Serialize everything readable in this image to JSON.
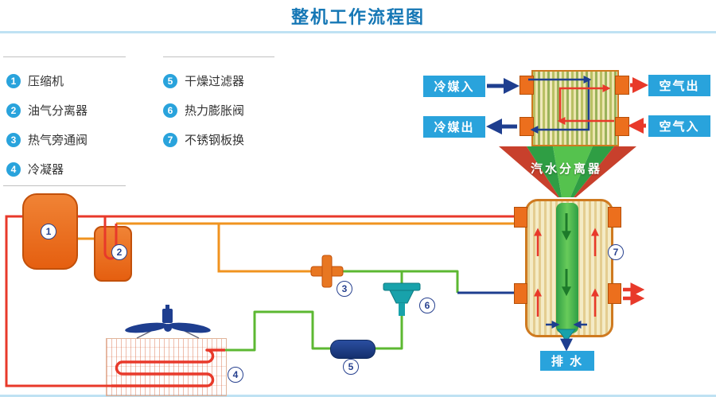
{
  "title": "整机工作流程图",
  "legend": {
    "col1": [
      {
        "num": "1",
        "label": "压缩机"
      },
      {
        "num": "2",
        "label": "油气分离器"
      },
      {
        "num": "3",
        "label": "热气旁通阀"
      },
      {
        "num": "4",
        "label": "冷凝器"
      }
    ],
    "col2": [
      {
        "num": "5",
        "label": "干燥过滤器"
      },
      {
        "num": "6",
        "label": "热力膨胀阀"
      },
      {
        "num": "7",
        "label": "不锈钢板换"
      }
    ]
  },
  "flow_labels": {
    "refrigerant_in": "冷媒入",
    "refrigerant_out": "冷媒出",
    "air_out": "空气出",
    "air_in": "空气入",
    "steam_water_separator": "汽水分离器",
    "drain": "排 水"
  },
  "colors": {
    "accent_blue": "#29a3dc",
    "title_blue": "#1577b5",
    "pipe_red": "#e8392a",
    "pipe_orange": "#f0931f",
    "pipe_green": "#5cb832",
    "pipe_navy": "#1e3e8f",
    "component_orange": "#ec6f1d"
  }
}
